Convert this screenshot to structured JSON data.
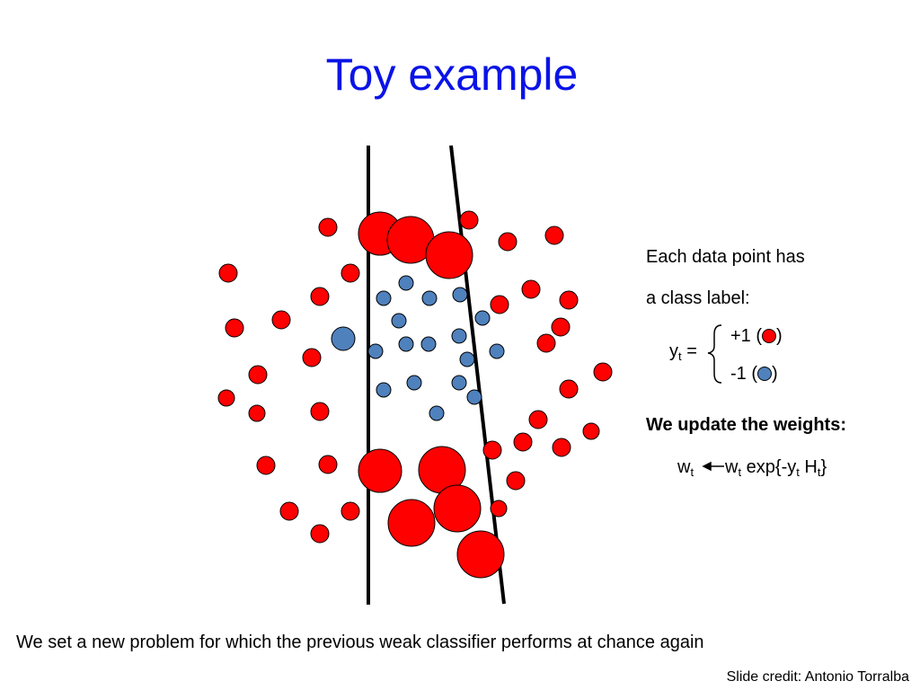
{
  "title": "Toy example",
  "description": {
    "line1": "Each data point has",
    "line2": "a class label:",
    "y_symbol": "y",
    "t_sub": "t",
    "equals": "=",
    "pos_label": "+1 (",
    "neg_label": "-1 (",
    "close_paren": ")"
  },
  "update": {
    "heading": "We update the weights:",
    "w": "w",
    "t_sub": "t",
    "exp_prefix": "exp{-y",
    "h": "H",
    "close_brace": "}"
  },
  "caption": "We set a new problem for which the previous weak classifier performs at chance again",
  "credit": "Slide credit: Antonio Torralba",
  "colors": {
    "positive": "#ff0000",
    "negative": "#4f81bd",
    "title": "#0a14e6"
  }
}
